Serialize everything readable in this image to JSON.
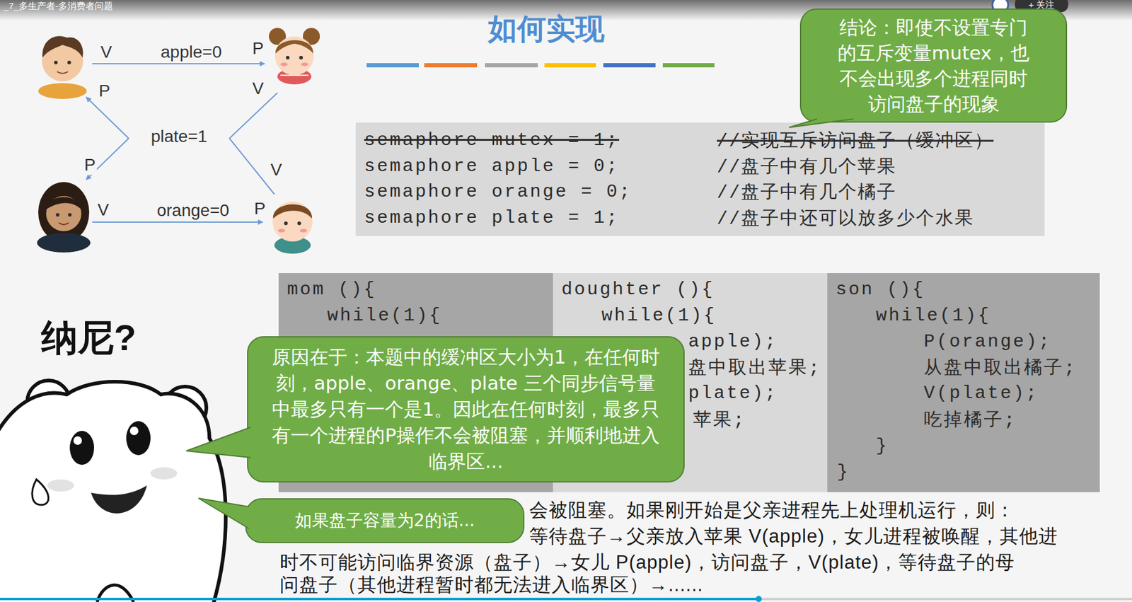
{
  "diagram": {
    "title": "如何实现",
    "nodes": [
      {
        "text": [
          "结论：即使不设置专门的互斥变量mutex，也不会出现多个进程同时访问盘子的现象"
        ]
      },
      {
        "text": [
          "semaphore mutex = 1;",
          "//实现互斥访问盘子（缓冲区）",
          "semaphore apple = 0;",
          "//盘子中有几个苹果",
          "semaphore orange = 0;",
          "//盘子中有几个橘子",
          "semaphore plate = 1;",
          "//盘子中还可以放多少个水果"
        ]
      },
      {
        "text": [
          "mom (){",
          "while(1){"
        ]
      },
      {
        "text": [
          "doughter (){",
          "while(1){",
          "apple);",
          "盘中取出苹果;",
          "plate);",
          "苹果;"
        ]
      },
      {
        "text": [
          "son (){",
          "while(1){",
          "P(orange);",
          "从盘中取出橘子;",
          "V(plate);",
          "吃掉橘子;",
          "}",
          "}"
        ]
      },
      {
        "text": [
          "原因在于：本题中的缓冲区大小为1，在任何时刻，apple、orange、plate 三个同步信号量中最多只有一个是1。因此在任何时刻，最多只有一个进程的P操作不会被阻塞，并顺利地进入临界区..."
        ]
      },
      {
        "text": [
          "如果盘子容量为2的话..."
        ]
      }
    ],
    "labels": [
      "_7_多生产者-多消费者问题",
      "+ 关注",
      "V",
      "apple=0",
      "P",
      "P",
      "plate=1",
      "V",
      "P",
      "V",
      "V",
      "orange=0",
      "P",
      "纳尼?",
      "会被阻塞。如果刚开始是父亲进程先上处理机运行，则：",
      "等待盘子→父亲放入苹果 V(apple)，女儿进程被唤醒，其他进",
      "时不可能访问临界资源（盘子）→女儿 P(apple)，访问盘子，V(plate)，等待盘子的母",
      "问盘子（其他进程暂时都无法进入临界区）→......"
    ]
  }
}
